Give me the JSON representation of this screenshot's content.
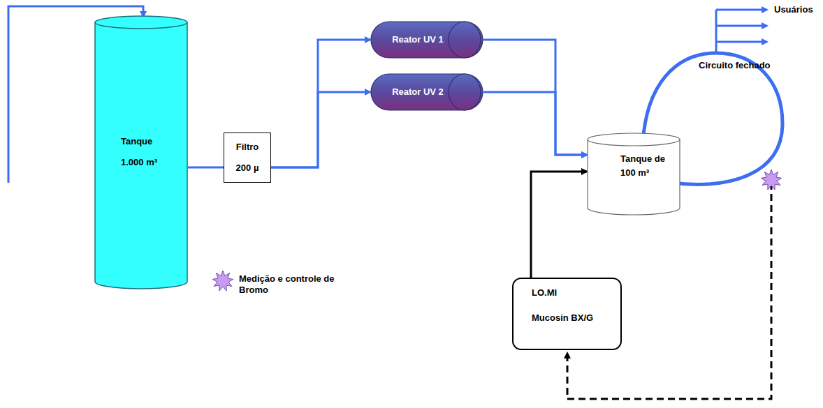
{
  "diagram": {
    "nodes": [
      {
        "text": [
          "Tanque",
          "1.000 m³"
        ]
      },
      {
        "text": [
          "Filtro",
          "200 µ"
        ]
      },
      {
        "text": [
          "Reator UV 1"
        ]
      },
      {
        "text": [
          "Reator UV 2"
        ]
      },
      {
        "text": [
          "Tanque de 100 m³"
        ]
      },
      {
        "text": [
          "LO.MI",
          "Mucosin BX/G"
        ]
      }
    ],
    "edges": [
      {
        "from": 0,
        "to": 1,
        "arrow": "none"
      },
      {
        "from": 1,
        "to": 2,
        "arrow": "to"
      },
      {
        "from": 1,
        "to": 3,
        "arrow": "to"
      },
      {
        "from": 2,
        "to": 4,
        "arrow": "to"
      },
      {
        "from": 3,
        "to": 4,
        "arrow": "to"
      },
      {
        "from": 5,
        "to": 4,
        "arrow": "to"
      }
    ],
    "labels": [
      "Usuários",
      "Circuito fechado"
    ],
    "legend": [
      {
        "text": "Medição e controle de Bromo"
      }
    ]
  }
}
